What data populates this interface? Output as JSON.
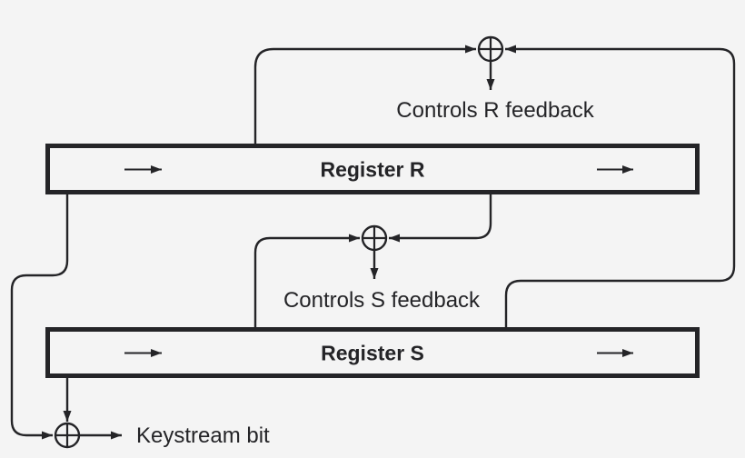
{
  "diagram": {
    "type": "block-diagram",
    "subject": "stream-cipher-registers",
    "colors": {
      "background": "#f4f4f4",
      "line": "#242427",
      "register_fill": "#f4f4f4"
    },
    "registers": [
      {
        "id": "R",
        "label": "Register R"
      },
      {
        "id": "S",
        "label": "Register S"
      }
    ],
    "annotations": {
      "r_feedback": "Controls R feedback",
      "s_feedback": "Controls S feedback",
      "keystream": "Keystream bit"
    },
    "nodes": [
      {
        "id": "xor-r-feedback",
        "type": "xor"
      },
      {
        "id": "xor-s-feedback",
        "type": "xor"
      },
      {
        "id": "xor-keystream",
        "type": "xor"
      }
    ],
    "edges": [
      {
        "from": "Register R tap",
        "to": "xor-r-feedback"
      },
      {
        "from": "Register S tap",
        "to": "xor-r-feedback"
      },
      {
        "from": "Register R tap",
        "to": "xor-s-feedback"
      },
      {
        "from": "Register S tap",
        "to": "xor-s-feedback"
      },
      {
        "from": "Register R tap",
        "to": "xor-keystream"
      },
      {
        "from": "Register S tap",
        "to": "xor-keystream"
      },
      {
        "from": "xor-r-feedback",
        "to": "Controls R feedback"
      },
      {
        "from": "xor-s-feedback",
        "to": "Controls S feedback"
      },
      {
        "from": "xor-keystream",
        "to": "Keystream bit"
      }
    ]
  }
}
